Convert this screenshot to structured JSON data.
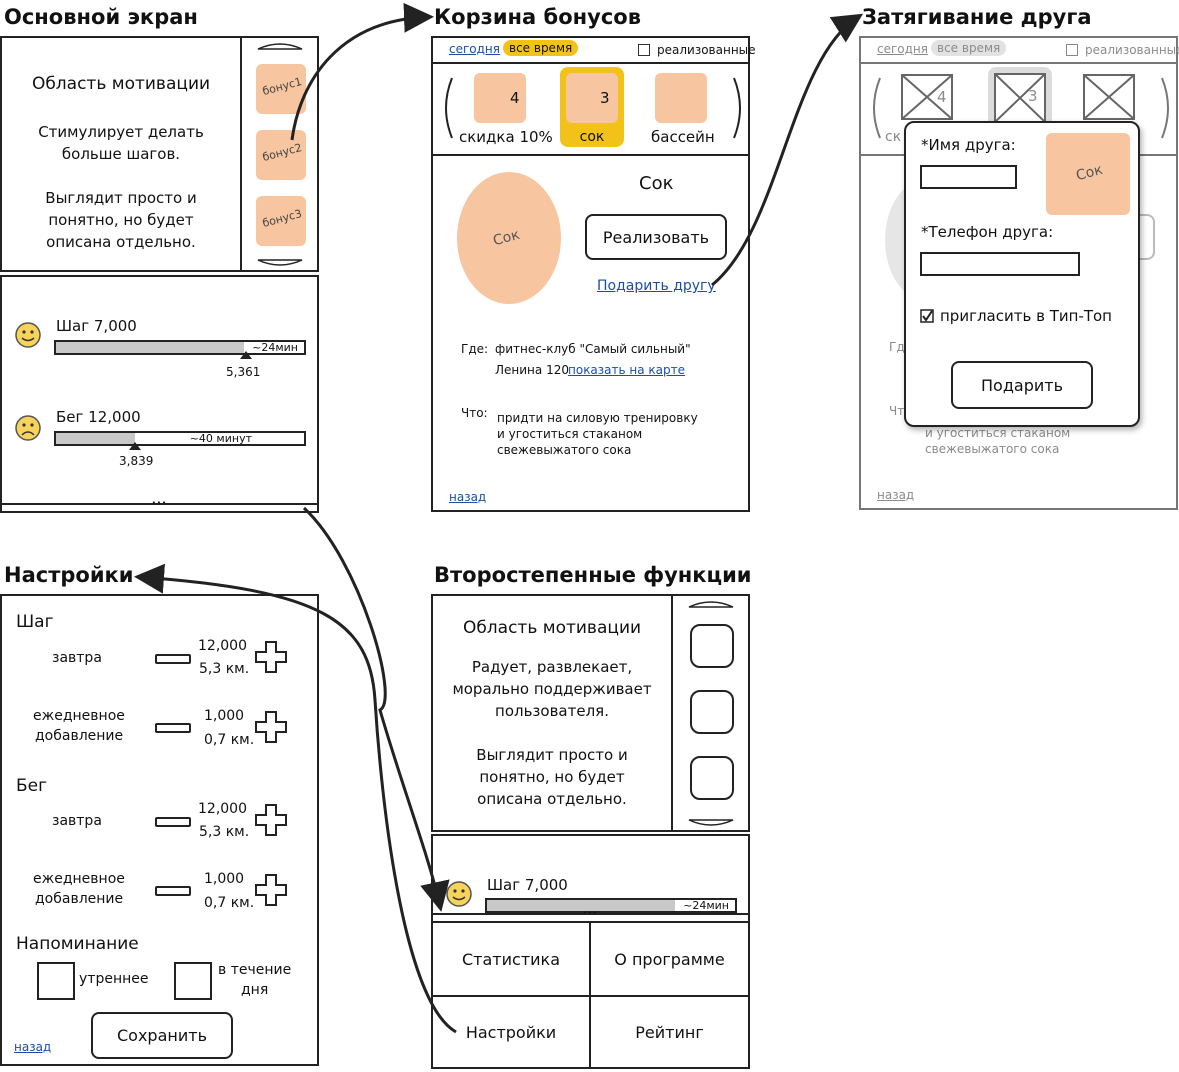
{
  "colors": {
    "accent": "#f7c59f",
    "highlight": "#f2c21b",
    "link": "#1a4fa8",
    "smiley": "#f7d35a"
  },
  "titles": {
    "main": "Основной экран",
    "bonus_cart": "Корзина бонусов",
    "friend": "Затягивание друга",
    "settings": "Настройки",
    "secondary": "Второстепенные функции"
  },
  "main_screen": {
    "motivation_title": "Область мотивации",
    "motivation_lines": [
      "Стимулирует делать",
      "больше шагов.",
      "",
      "Выглядит просто и",
      "понятно, но будет",
      "описана отдельно."
    ],
    "bonuses": [
      "бонус1",
      "бонус2",
      "бонус3"
    ],
    "step": {
      "label": "Шаг 7,000",
      "time": "~24мин",
      "value": "5,361",
      "progress": 0.76
    },
    "run": {
      "label": "Бег 12,000",
      "time": "~40 минут",
      "value": "3,839",
      "progress": 0.32
    },
    "dots": "•••"
  },
  "bonus_cart": {
    "filter_today": "сегодня",
    "filter_all": "все время",
    "filter_used": "реализованные",
    "items": [
      {
        "count": "4",
        "label": "скидка 10%"
      },
      {
        "count": "3",
        "label": "сок"
      },
      {
        "count": "",
        "label": "бассейн"
      }
    ],
    "detail_image": "Сок",
    "detail_title": "Сок",
    "redeem_button": "Реализовать",
    "gift_link": "Подарить другу",
    "where_label": "Где:",
    "where_line1": "фитнес-клуб \"Самый сильный\"",
    "where_line2": "Ленина 120",
    "map_link": "показать на карте",
    "what_label": "Что:",
    "what_lines": [
      "придти на силовую тренировку",
      "и угоститься стаканом",
      "свежевыжатого сока"
    ],
    "back_link": "назад"
  },
  "friend": {
    "filter_today": "сегодня",
    "filter_all": "все время",
    "filter_used": "реализованные",
    "bg_counts": [
      "4",
      "3"
    ],
    "bg_label": "ск",
    "bg_where": "Гд",
    "bg_what": "Что",
    "bg_lines": [
      "и угоститься стаканом",
      "свежевыжатого сока"
    ],
    "name_label": "*Имя друга:",
    "phone_label": "*Телефон друга:",
    "gift_image": "Сок",
    "invite_label": "пригласить в Тип-Топ",
    "invite_checked": true,
    "submit_button": "Подарить",
    "back_link": "назад"
  },
  "settings": {
    "step_heading": "Шаг",
    "run_heading": "Бег",
    "tomorrow_label": "завтра",
    "daily_line1": "ежедневное",
    "daily_line2": "добавление",
    "step_tomorrow": {
      "value": "12,000",
      "km": "5,3 км."
    },
    "step_daily": {
      "value": "1,000",
      "km": "0,7 км."
    },
    "run_tomorrow": {
      "value": "12,000",
      "km": "5,3 км."
    },
    "run_daily": {
      "value": "1,000",
      "km": "0,7 км."
    },
    "reminder_heading": "Напоминание",
    "morning_label": "утреннее",
    "during_line1": "в течение",
    "during_line2": "дня",
    "save_button": "Сохранить",
    "back_link": "назад"
  },
  "secondary": {
    "motivation_title": "Область мотивации",
    "motivation_lines": [
      "Радует, развлекает,",
      "морально поддерживает",
      "пользователя.",
      "",
      "Выглядит просто и",
      "понятно, но будет",
      "описана отдельно."
    ],
    "step_label": "Шаг 7,000",
    "step_time": "~24мин",
    "step_progress": 0.76,
    "dots": "•••",
    "menu": [
      "Статистика",
      "О программе",
      "Настройки",
      "Рейтинг"
    ]
  }
}
